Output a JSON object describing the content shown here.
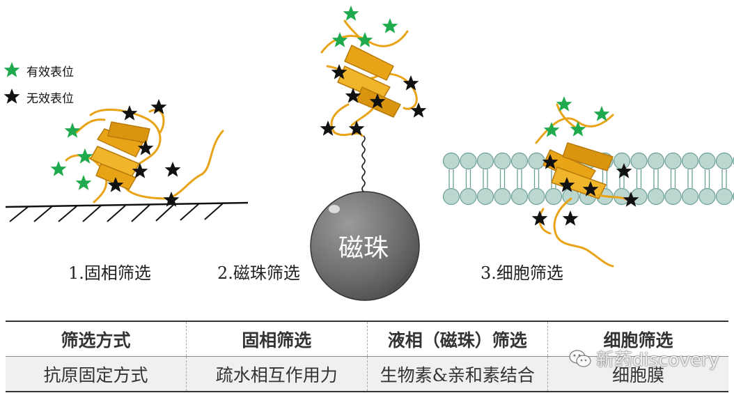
{
  "colors": {
    "effective_star": "#1faa4e",
    "ineffective_star": "#111111",
    "protein": "#e8a317",
    "bead": "#6e6e6e",
    "lipid_head": "#bcd6d0",
    "lipid_edge": "#6a9f96"
  },
  "legend": {
    "effective": "有效表位",
    "ineffective": "无效表位"
  },
  "captions": {
    "solid": "1.固相筛选",
    "bead": "2.磁珠筛选",
    "cell": "3.细胞筛选"
  },
  "bead_label": "磁珠",
  "table": {
    "header": [
      "筛选方式",
      "固相筛选",
      "液相（磁珠）筛选",
      "细胞筛选"
    ],
    "row": [
      "抗原固定方式",
      "疏水相互作用力",
      "生物素&亲和素结合",
      "细胞膜"
    ]
  },
  "watermark": {
    "text": "新药discovery",
    "icon": "wechat-icon"
  }
}
